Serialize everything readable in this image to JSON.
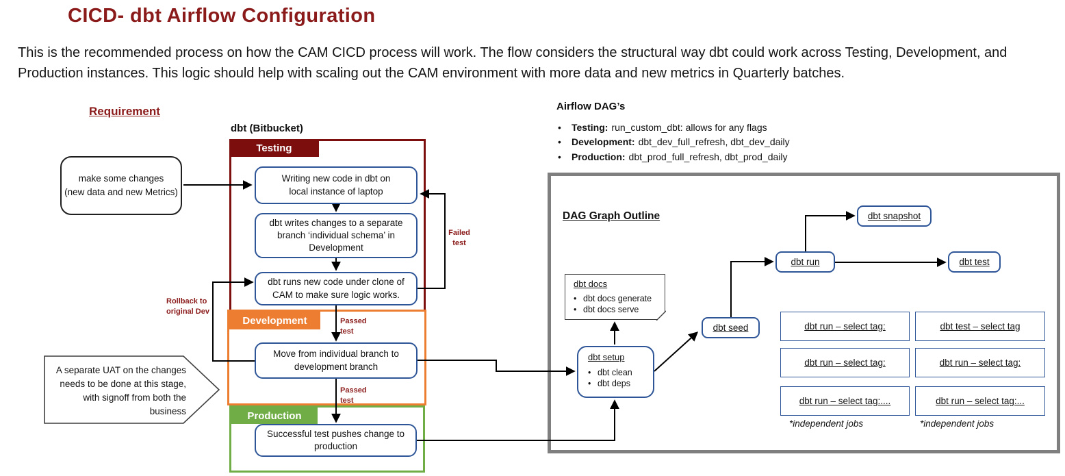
{
  "title": "CICD- dbt Airflow Configuration",
  "intro": "This is the recommended process on how the CAM CICD process will work. The flow considers the structural way dbt could work across Testing, Development, and Production instances. This logic should help with scaling out the CAM environment with more data and new metrics in Quarterly batches.",
  "colors": {
    "dark_red": "#8B1A1A",
    "testing_red": "#7C0E0E",
    "development_orange": "#ED7D31",
    "production_green": "#70AD47",
    "node_blue": "#2E5597",
    "dag_border_gray": "#7F7F7F"
  },
  "glyphs": {
    "bullet": "•"
  },
  "requirement": {
    "heading": "Requirement",
    "start_box": "make some changes\n(new data and new Metrics)",
    "uat_note": "A separate UAT on the changes\nneeds to be done at this stage,\nwith signoff from both the\nbusiness"
  },
  "pipeline": {
    "heading": "dbt (Bitbucket)",
    "testing_label": "Testing",
    "development_label": "Development",
    "production_label": "Production",
    "box_write": "Writing new code in dbt on\nlocal instance of laptop",
    "box_branch": "dbt writes changes to a separate\nbranch ‘individual schema’  in\nDevelopment",
    "box_clone": "dbt runs new code under clone of\nCAM to make sure logic works.",
    "box_move": "Move from individual branch to\ndevelopment branch",
    "box_prod": "Successful test pushes change to\nproduction",
    "failed_label": "Failed\ntest",
    "passed_label": "Passed\ntest",
    "rollback_label": "Rollback to\noriginal Dev"
  },
  "airflow_dags": {
    "heading": "Airflow DAG’s",
    "bullets": [
      {
        "env": "Testing:",
        "desc": "run_custom_dbt: allows for any flags"
      },
      {
        "env": "Development:",
        "desc": "dbt_dev_full_refresh, dbt_dev_daily"
      },
      {
        "env": "Production:",
        "desc": "dbt_prod_full_refresh, dbt_prod_daily"
      }
    ]
  },
  "dag_graph": {
    "heading": "DAG Graph Outline",
    "docs": {
      "title": "dbt docs",
      "bullets": [
        "dbt docs generate",
        "dbt docs serve"
      ]
    },
    "setup": {
      "title": "dbt setup",
      "bullets": [
        "dbt clean",
        "dbt deps"
      ]
    },
    "seed": "dbt seed",
    "run": "dbt run",
    "snapshot": "dbt snapshot",
    "test": "dbt test",
    "jobs": [
      [
        "dbt run – select tag:",
        "dbt test – select tag"
      ],
      [
        "dbt run – select tag:",
        "dbt run – select tag:"
      ],
      [
        "dbt run – select tag:....",
        "dbt run – select tag:..."
      ]
    ],
    "independent_note": "*independent jobs"
  }
}
